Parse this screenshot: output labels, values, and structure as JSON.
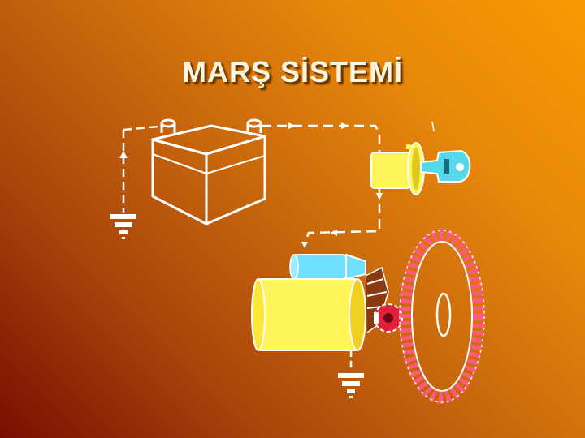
{
  "slide": {
    "title": "MARŞ SİSTEMİ"
  },
  "colors": {
    "background_top_right": "#f79a00",
    "background_bottom_left": "#7a0d02",
    "wire": "#ffffff",
    "starter_motor": "#fff45a",
    "solenoid": "#6fe0ff",
    "ignition_key": "#55d8e8",
    "pinion_gear": "#e0203a",
    "flywheel_teeth": "#ff5a78"
  },
  "components": [
    "battery",
    "ignition-switch",
    "starter-motor",
    "solenoid",
    "pinion-gear",
    "flywheel",
    "ground"
  ]
}
